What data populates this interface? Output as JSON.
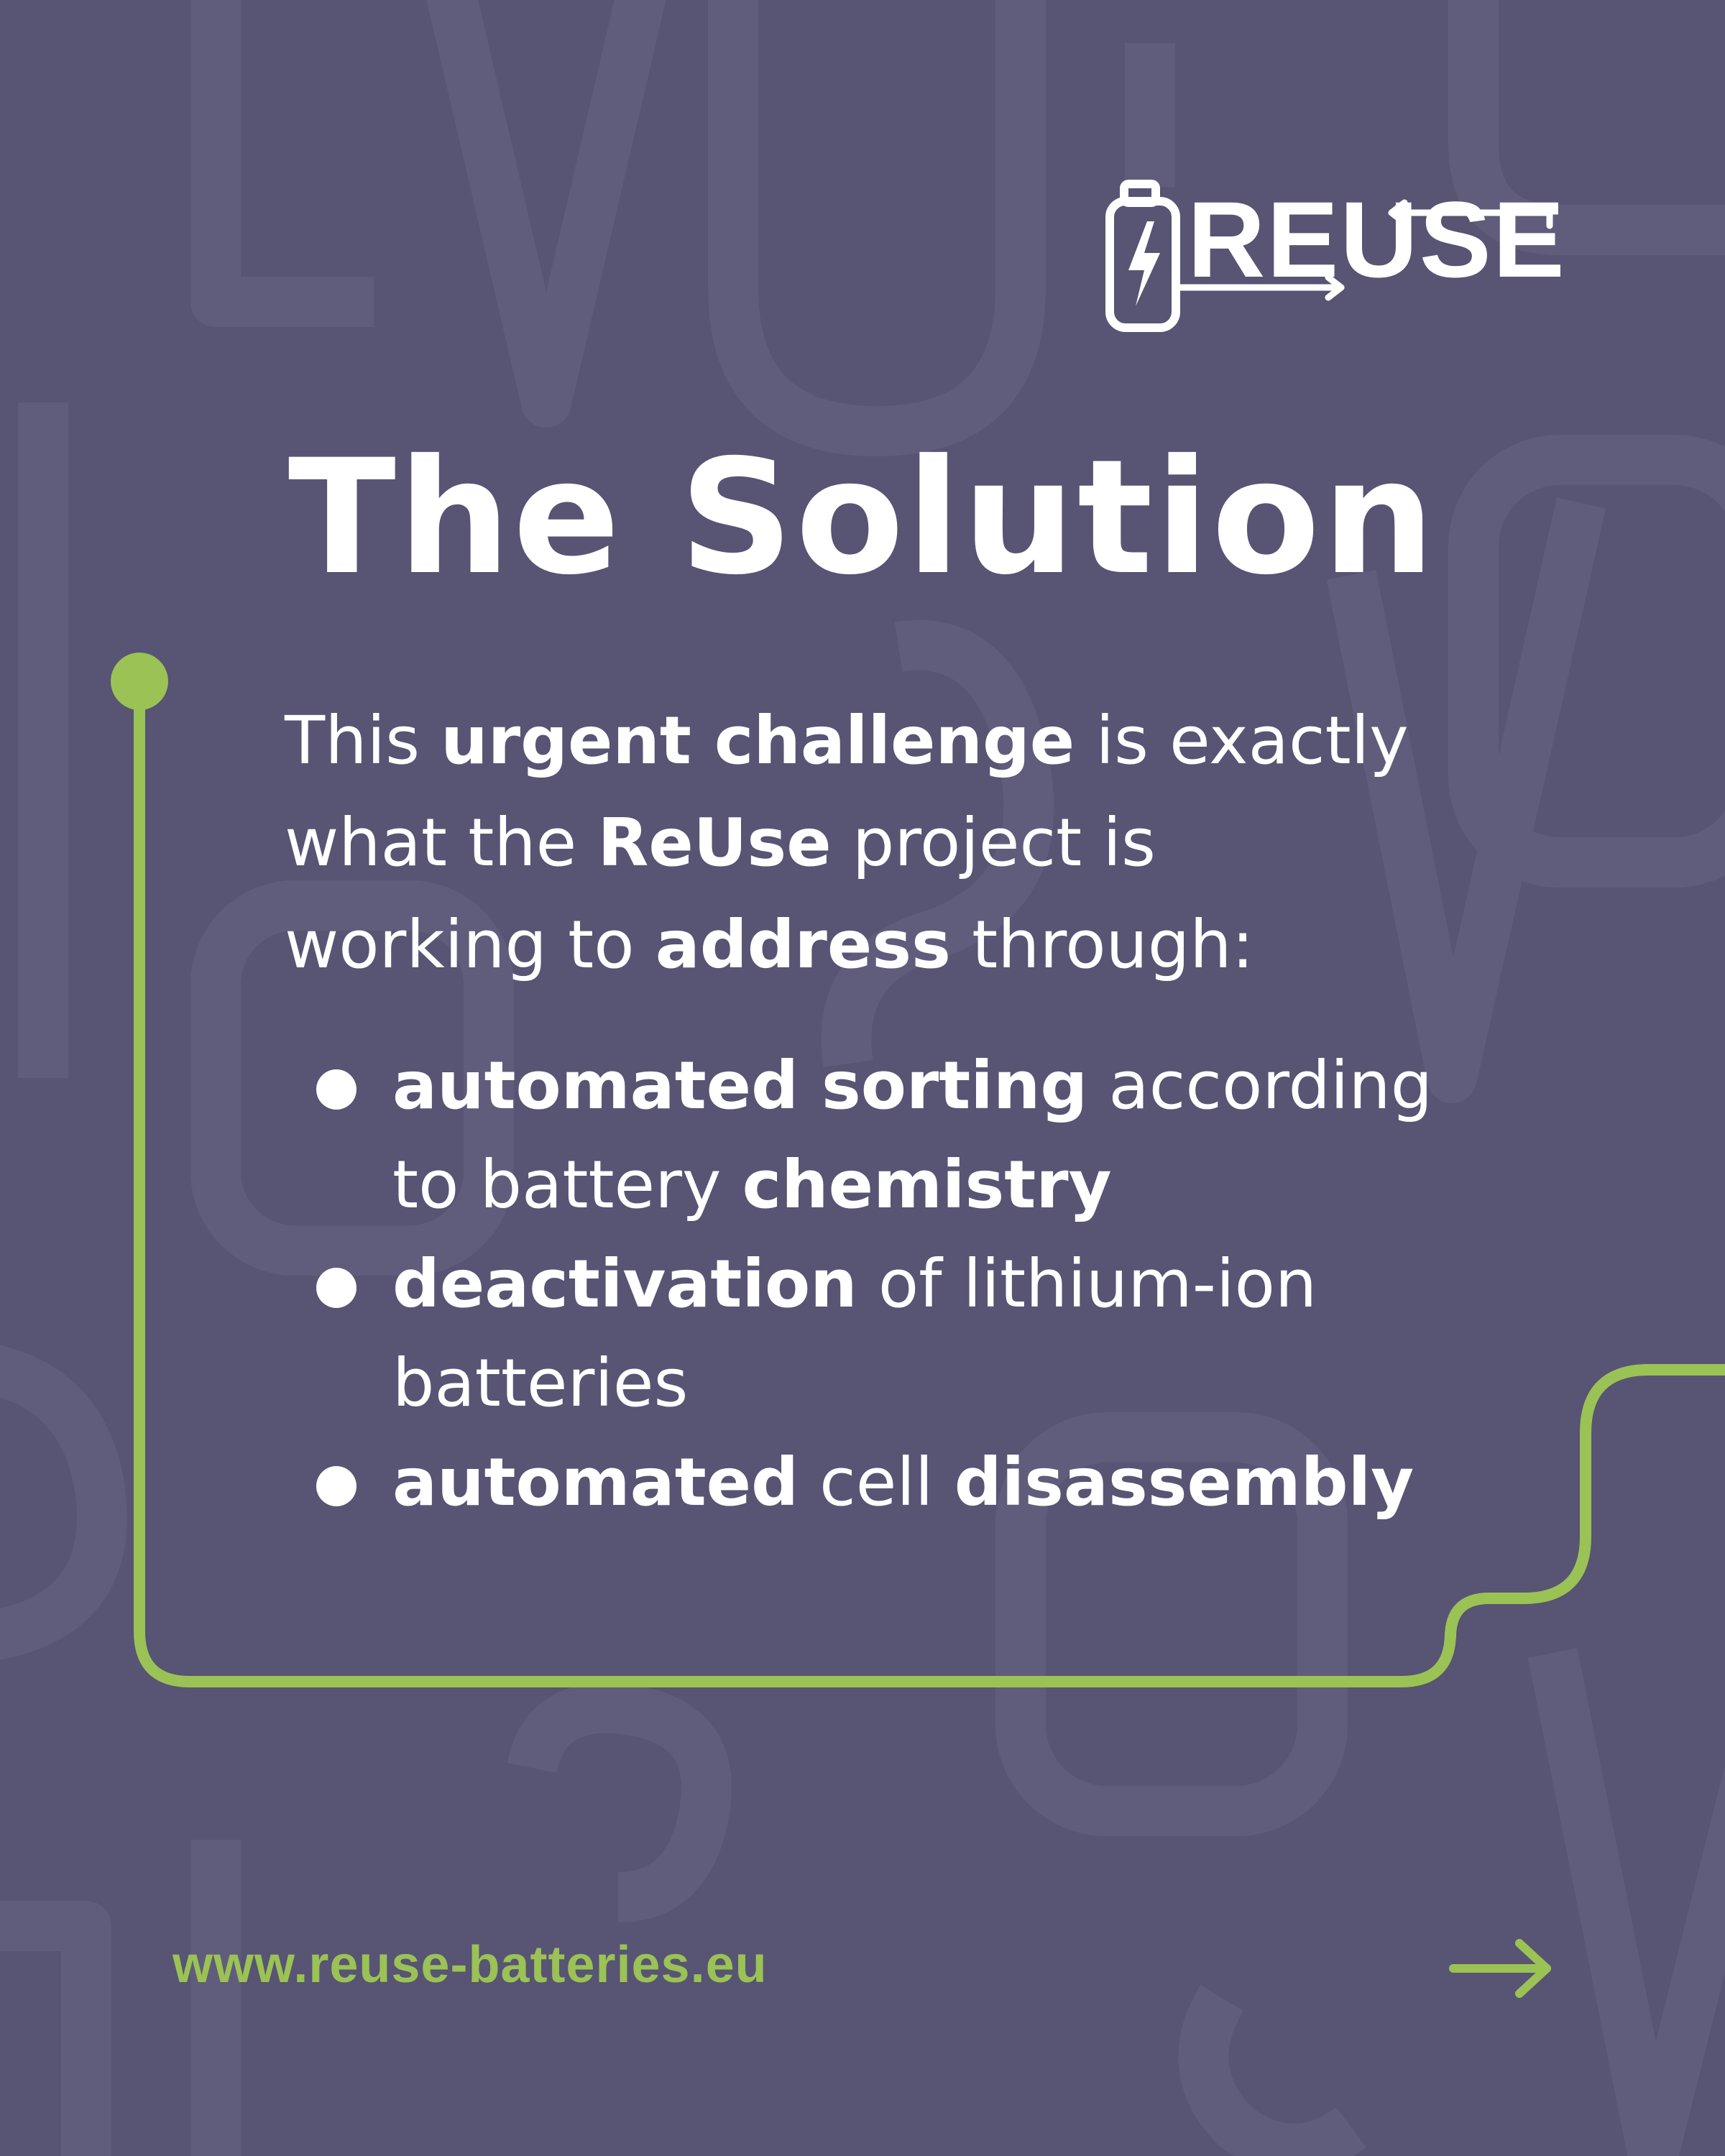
{
  "brand": {
    "logo_text": "REUSE",
    "colors": {
      "background": "#575474",
      "accent": "#9bc254",
      "text": "#ffffff"
    }
  },
  "title": "The Solution",
  "intro": {
    "p1": "This ",
    "b1": "urgent challenge",
    "p2": " is exactly",
    "p3": "what the ",
    "b2": "ReUse",
    "p4": " project is",
    "p5": "working to ",
    "b3": "address",
    "p6": " through:"
  },
  "bullets": [
    {
      "b1": "automated sorting",
      "t1": " according",
      "t2": "to battery ",
      "b2": "chemistry"
    },
    {
      "b1": "deactivation",
      "t1": " of lithium-ion",
      "t2": "batteries"
    },
    {
      "b1": "automated",
      "t1": " cell ",
      "b2": "disassembly"
    }
  ],
  "footer": {
    "url": "www.reuse-batteries.eu",
    "next_icon": "arrow-right-icon"
  }
}
